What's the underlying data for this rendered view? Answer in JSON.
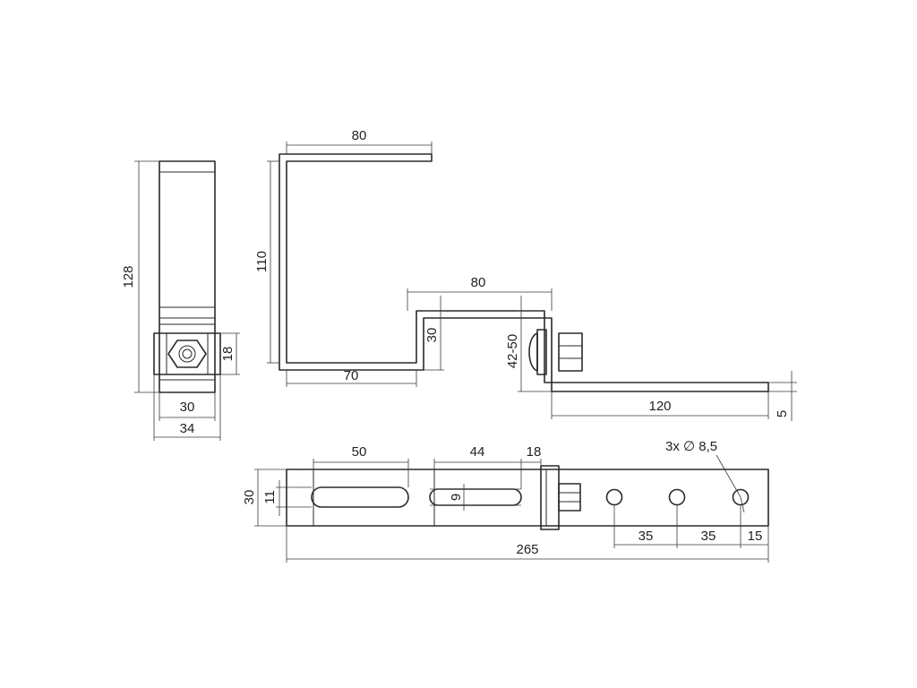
{
  "side_view": {
    "height": "128",
    "clamp_height": "18",
    "inner_width": "30",
    "outer_width": "34"
  },
  "profile_view": {
    "top_length": "80",
    "height": "110",
    "bottom_length": "70",
    "step_length": "80",
    "step_height": "30",
    "adjust_range": "42-50",
    "arm_length": "120",
    "thickness": "5"
  },
  "plan_view": {
    "slot1_length": "50",
    "slot2_length": "44",
    "clamp_width": "18",
    "width": "30",
    "slot_width": "11",
    "slot2_width": "9",
    "holes_label": "3x ∅ 8,5",
    "hole_pitch_1": "35",
    "hole_pitch_2": "35",
    "edge_distance": "15",
    "total_length": "265"
  }
}
